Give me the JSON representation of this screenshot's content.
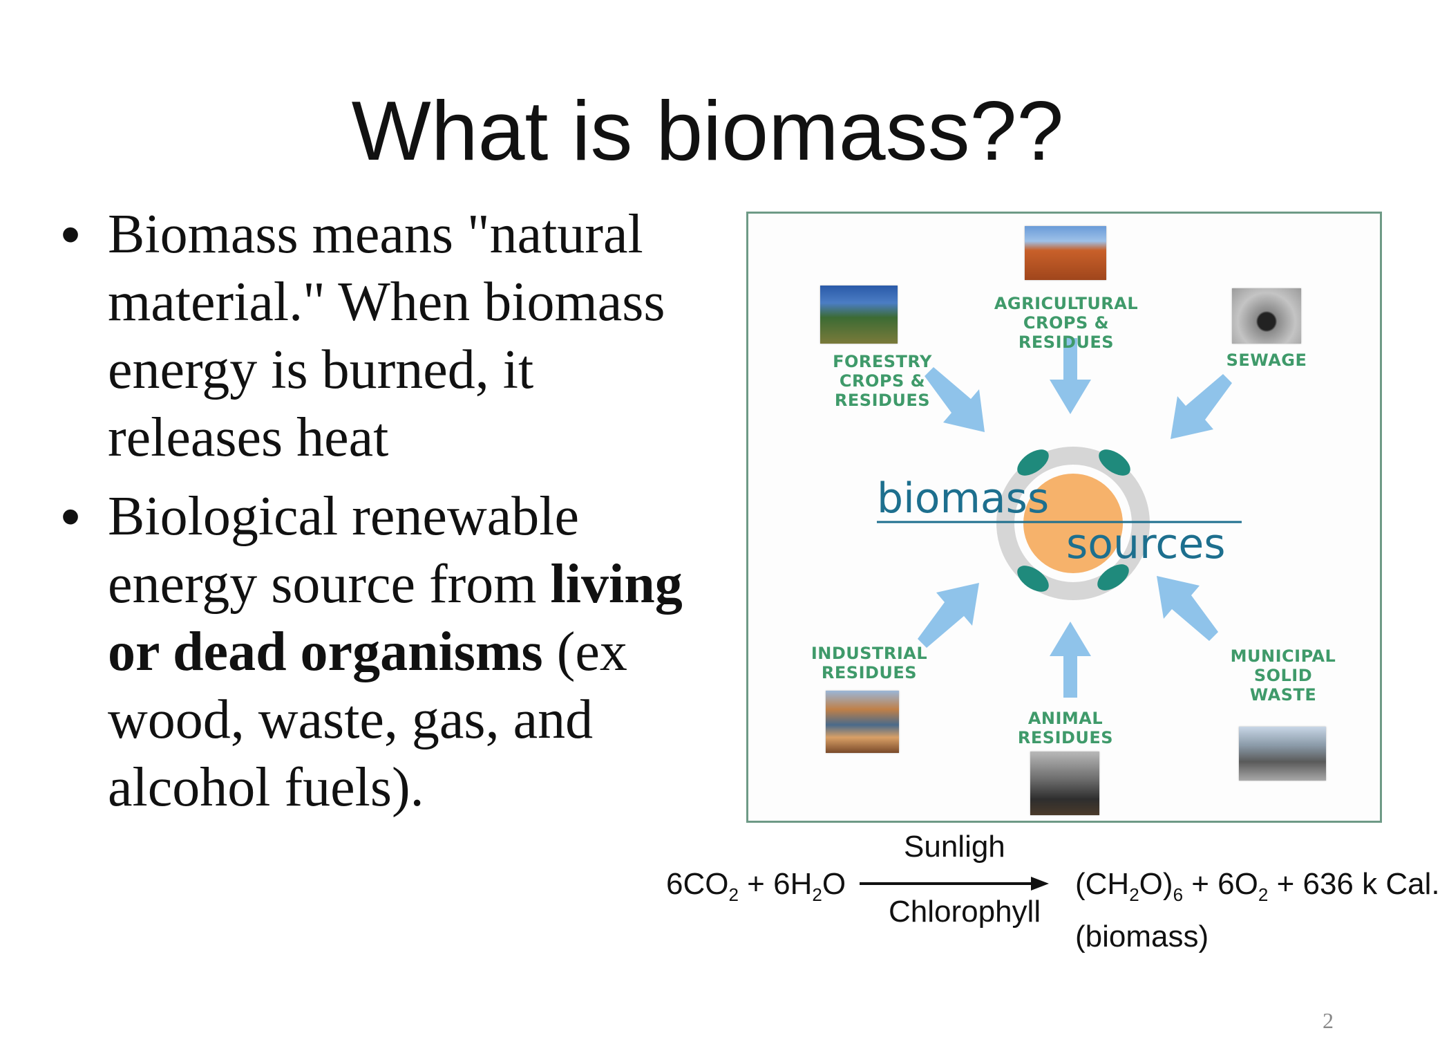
{
  "slide": {
    "title": "What is biomass??",
    "page_number": "2"
  },
  "bullets": {
    "b1": "Biomass means \"natural material.\" When biomass energy is burned, it releases heat",
    "b2_pre": "Biological renewable energy source from ",
    "b2_bold": "living or dead organisms",
    "b2_post": " (ex wood, waste, gas, and alcohol fuels)."
  },
  "diagram": {
    "center_word_1": "biomass",
    "center_word_2": "sources",
    "sources": {
      "forestry": "FORESTRY\nCROPS & RESIDUES",
      "agricultural": "AGRICULTURAL\nCROPS & RESIDUES",
      "sewage": "SEWAGE",
      "industrial": "INDUSTRIAL\nRESIDUES",
      "animal": "ANIMAL\nRESIDUES",
      "municipal": "MUNICIPAL\nSOLID\nWASTE"
    },
    "colors": {
      "arrow": "#8fc3ea",
      "label_green": "#3f9a6a",
      "sun_orange": "#f6b26b",
      "leaf_teal": "#1f8a7c",
      "center_text": "#1d6f8e"
    }
  },
  "equation": {
    "lhs_a": "6CO",
    "lhs_a_sub": "2",
    "lhs_plus": " + 6H",
    "lhs_b_sub": "2",
    "lhs_b_tail": "O",
    "above_arrow": "Sunligh",
    "below_arrow": "Chlorophyll",
    "rhs_a": "(CH",
    "rhs_a_sub": "2",
    "rhs_a_mid": "O)",
    "rhs_a_sub2": "6",
    "rhs_b": " + 6O",
    "rhs_b_sub": "2",
    "rhs_c": " + 636 k Cal.",
    "rhs_note": "(biomass)"
  }
}
